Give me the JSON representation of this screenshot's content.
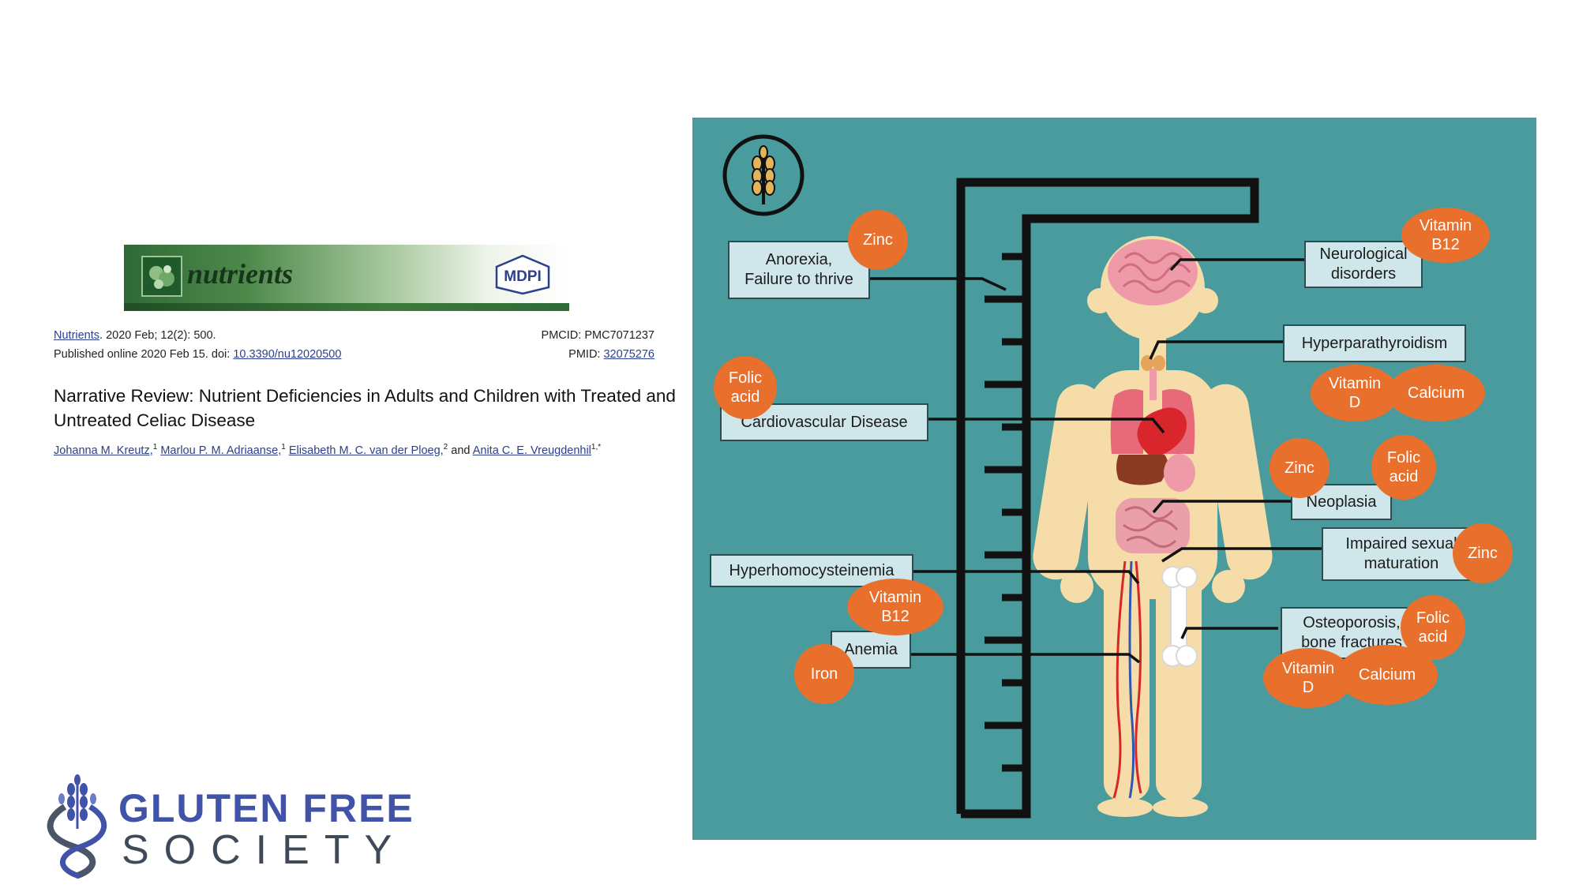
{
  "article": {
    "journal_name": "nutrients",
    "publisher": "MDPI",
    "citation_link": "Nutrients",
    "citation_rest": ". 2020 Feb; 12(2): 500.",
    "pmcid": "PMCID: PMC7071237",
    "published_prefix": "Published online 2020 Feb 15. doi: ",
    "doi": "10.3390/nu12020500",
    "pmid_label": "PMID: ",
    "pmid": "32075276",
    "title": "Narrative Review: Nutrient Deficiencies in Adults and Children with Treated and Untreated Celiac Disease",
    "authors": [
      {
        "name": "Johanna M. Kreutz,",
        "sup": "1"
      },
      {
        "name": "Marlou P. M. Adriaanse,",
        "sup": "1"
      },
      {
        "name": "Elisabeth M. C. van der Ploeg,",
        "sup": "2"
      },
      {
        "name": "Anita C. E. Vreugdenhil",
        "sup": "1,*"
      }
    ],
    "authors_and": "and"
  },
  "infographic": {
    "conditions": {
      "anorexia": "Anorexia,\nFailure to thrive",
      "neurological": "Neurological\ndisorders",
      "hyperparathyroidism": "Hyperparathyroidism",
      "cardiovascular": "Cardiovascular Disease",
      "neoplasia": "Neoplasia",
      "impaired_sexual": "Impaired sexual\nmaturation",
      "hyperhomocysteinemia": "Hyperhomocysteinemia",
      "osteoporosis": "Osteoporosis,\nbone fractures",
      "anemia": "Anemia"
    },
    "nutrients": {
      "zinc_anorexia": "Zinc",
      "b12_neuro": "Vitamin\nB12",
      "folic_cardio": "Folic\nacid",
      "vitd_hyper": "Vitamin\nD",
      "calcium_hyper": "Calcium",
      "zinc_neo": "Zinc",
      "folic_neo": "Folic\nacid",
      "zinc_sexual": "Zinc",
      "b12_homo": "Vitamin\nB12",
      "folic_osteo": "Folic\nacid",
      "vitd_osteo": "Vitamin\nD",
      "calcium_osteo": "Calcium",
      "iron_anemia": "Iron"
    },
    "colors": {
      "background": "#4a9b9d",
      "label_box": "#cfe6ea",
      "nutrient_bubble": "#e8702c",
      "body": "#f6dca8"
    }
  },
  "brand": {
    "line1": "GLUTEN FREE",
    "line2": "SOCIETY"
  }
}
